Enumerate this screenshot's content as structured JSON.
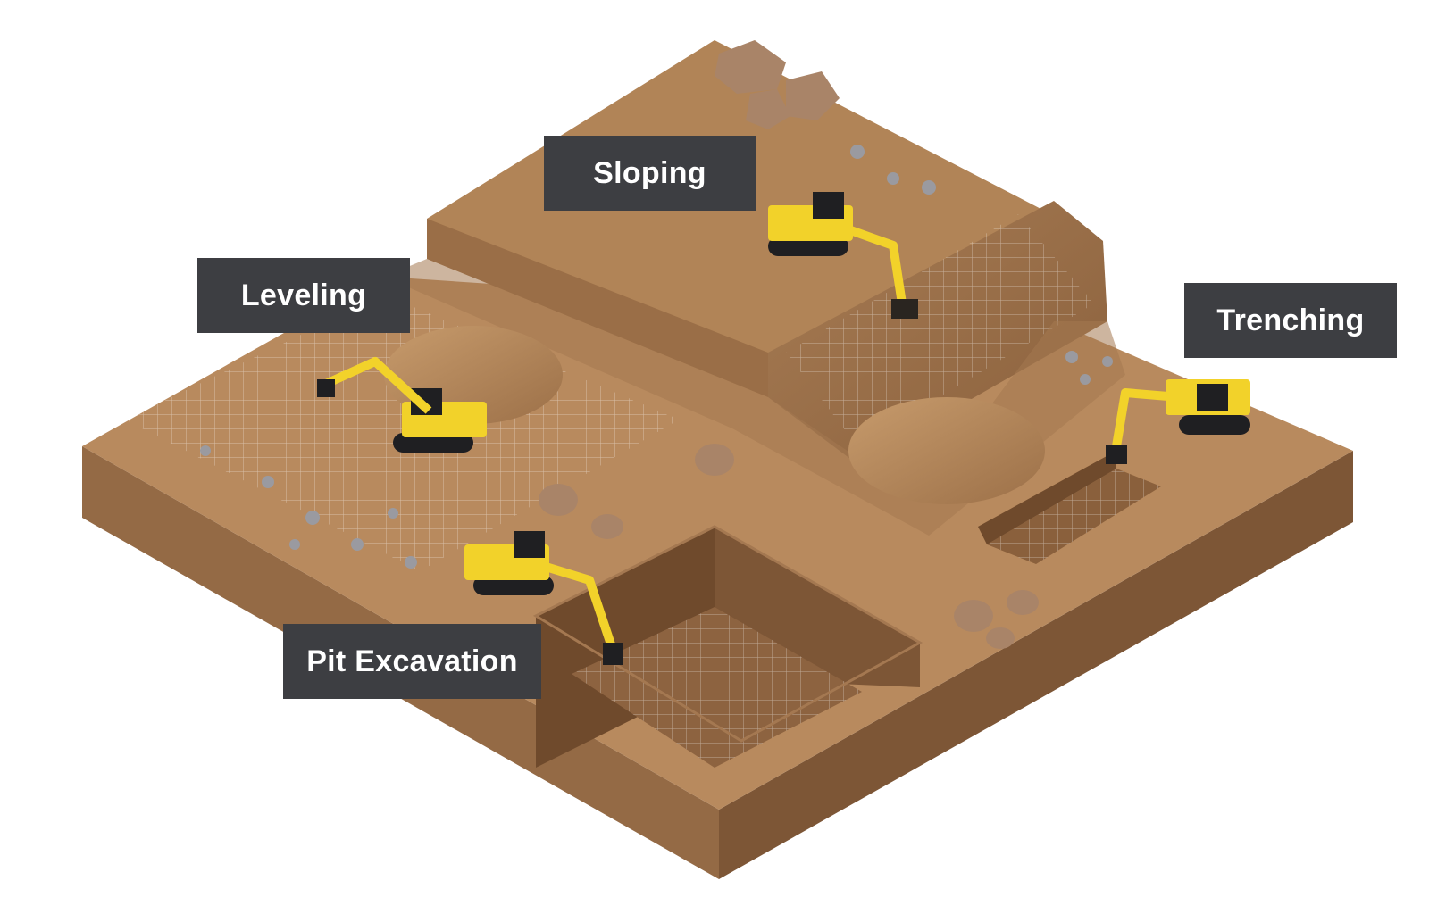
{
  "labels": {
    "sloping": "Sloping",
    "leveling": "Leveling",
    "trenching": "Trenching",
    "pit_excavation": "Pit Excavation"
  },
  "colors": {
    "soil_top": "#b88a5e",
    "soil_front": "#946a45",
    "soil_side": "#7d5636",
    "pit_wall": "#6f4a2c",
    "machine_yellow": "#f2d22a",
    "machine_dark": "#1f1f22",
    "rock": "#a98468",
    "gravel": "#9a9aa0",
    "label_bg": "#3d3e42"
  },
  "icons": [
    "excavator-icon",
    "rock-icon",
    "dirt-mound-icon"
  ]
}
